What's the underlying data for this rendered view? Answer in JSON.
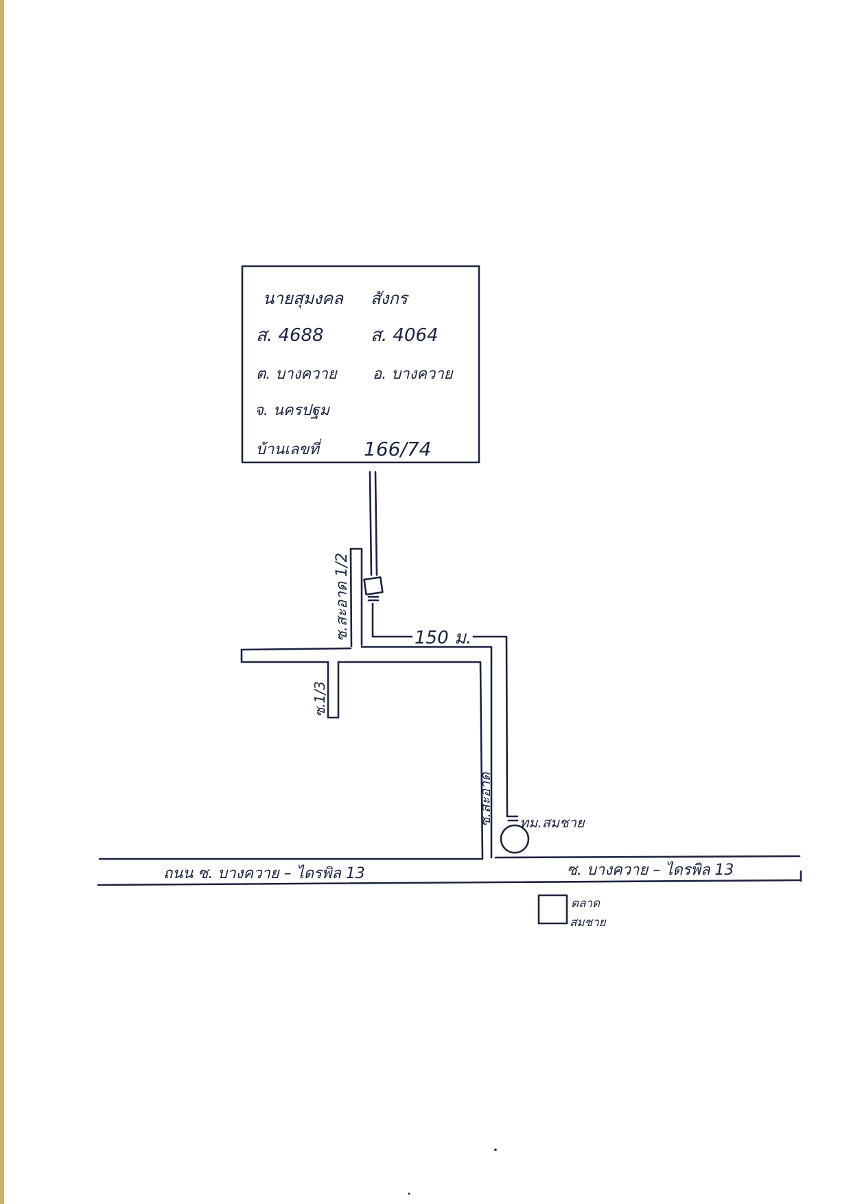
{
  "info_box": {
    "line1_name": "นายสุมงคล",
    "line1_surname": "สังกร",
    "line2_left": "ส. 4688",
    "line2_right": "ส. 4064",
    "line3_left": "ต. บางควาย",
    "line3_right": "อ. บางควาย",
    "line4": "จ. นครปฐม",
    "line5_label": "บ้านเลขที่",
    "line5_value": "166/74"
  },
  "labels": {
    "soi_top": "ซ.สะอาด 1/2",
    "soi_left": "ซ.1/3",
    "soi_long": "ซ.สะอาด",
    "distance": "150 ม.",
    "village": "ทม.สมชาย",
    "road_left": "ถนน ซ. บางควาย – ไดรพิล 13",
    "road_right": "ซ. บางควาย – ไดรพิล 13",
    "market_line1": "ตลาด",
    "market_line2": "สมชาย"
  }
}
